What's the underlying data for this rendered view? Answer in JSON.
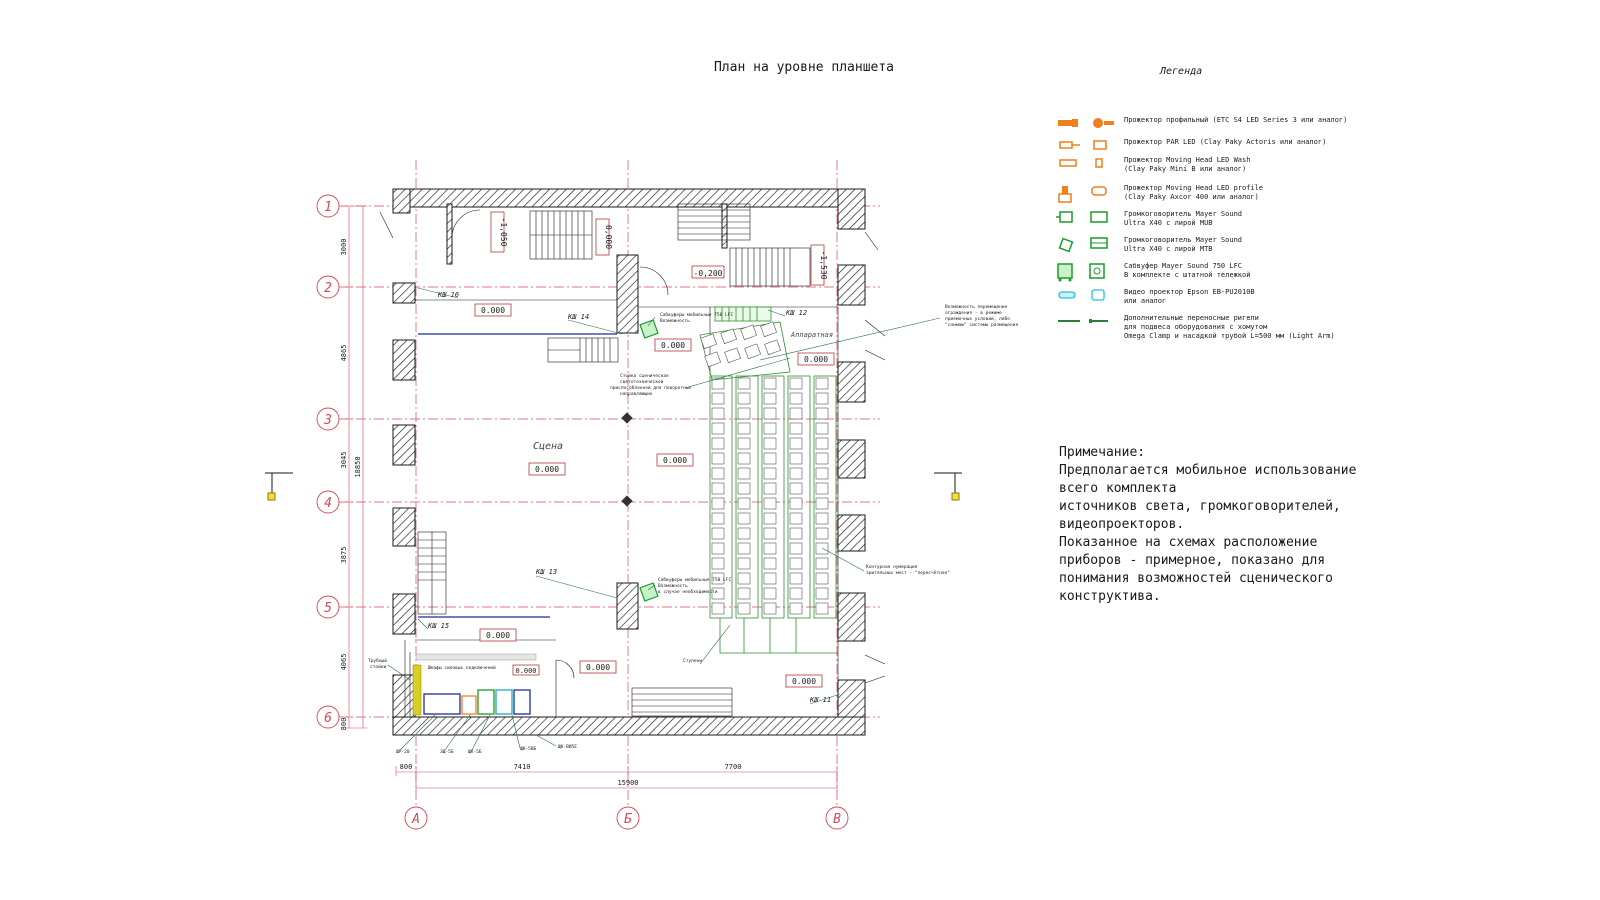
{
  "title": "План на уровне планшета",
  "legend": {
    "title": "Легенда",
    "items": [
      {
        "icon": "profile-spot-icon",
        "color": "#f07f1d",
        "lines": [
          "Прожектор профильный (ETC S4 LED Series 3 или аналог)"
        ]
      },
      {
        "icon": "par-led-icon",
        "color": "#f07f1d",
        "lines": [
          "Прожектор PAR LED (Clay Paky Actoris или аналог)"
        ]
      },
      {
        "icon": "moving-head-wash-icon",
        "color": "#f07f1d",
        "lines": [
          "Прожектор Moving Head LED Wash",
          "(Clay Paky Mini B или аналог)"
        ]
      },
      {
        "icon": "moving-head-profile-icon",
        "color": "#f07f1d",
        "lines": [
          "Прожектор Moving Head LED profile",
          "(Clay Paky Axcor 400 или аналог)"
        ]
      },
      {
        "icon": "loudspeaker-mub-icon",
        "color": "#1a9c2a",
        "lines": [
          "Громкоговоритель Mayer Sound",
          "Ultra X40 с лирой MUB"
        ]
      },
      {
        "icon": "loudspeaker-mtb-icon",
        "color": "#1a9c2a",
        "lines": [
          "Громкоговоритель Mayer Sound",
          "Ultra X40 с лирой MTB"
        ]
      },
      {
        "icon": "subwoofer-icon",
        "color": "#1a9c2a",
        "lines": [
          "Сабвуфер Mayer Sound 750 LFC",
          "В комплекте с штатной тележкой"
        ]
      },
      {
        "icon": "video-projector-icon",
        "color": "#21c4dc",
        "lines": [
          "Видео проектор Epson EB-PU2010B",
          "или аналог"
        ]
      },
      {
        "icon": "light-arm-icon",
        "color": "#2f7d3a",
        "lines": [
          "Дополнительные переносные ригели",
          "для подвеса оборудования с хомутом",
          "Omega Clamp и насадкой трубой L=500 мм (Light Arm)"
        ]
      }
    ]
  },
  "note": {
    "title": "Примечание:",
    "lines": [
      "Предполагается мобильное использование",
      "всего комплекта",
      "источников света, громкоговорителей,",
      "видеопроекторов.",
      "Показанное на схемах расположение",
      "приборов - примерное, показано для",
      "понимания возможностей сценического",
      "конструктива."
    ]
  },
  "axes": {
    "rows": [
      "1",
      "2",
      "3",
      "4",
      "5",
      "6"
    ],
    "cols": [
      "А",
      "Б",
      "В"
    ]
  },
  "dimensions": {
    "left_segments": [
      "3000",
      "4865",
      "3045",
      "3875",
      "4065",
      "800"
    ],
    "left_total": "18850",
    "bottom_segments": [
      "800",
      "7410",
      "7700"
    ],
    "bottom_total": "15900"
  },
  "levels": {
    "stair_left": "-1,050",
    "stair_mid": "0,000",
    "top_mid": "-0,200",
    "stair_right": "-1,530",
    "main_top": "0.000",
    "apparatus": "0.000",
    "booth": "0.000",
    "stage": "0.000",
    "hall": "0.000",
    "bottom_left": "0.000",
    "bottom_small": "0.000",
    "bottom_mid": "0.000",
    "bottom_right": "0.000"
  },
  "labels": {
    "stage": "Сцена",
    "apparatus": "Аппаратная",
    "ksh16": "КШ 16",
    "ksh14": "КШ 14",
    "ksh12": "КШ 12",
    "ksh13": "КШ 13",
    "ksh15": "КШ 15",
    "ksh11": "КШ 11"
  },
  "callouts": {
    "subwoofer_top": "Сабвуферы мобильные 750 LFC",
    "subwoofer_top2": "Возможность",
    "subwoofer_bottom": "Сабвуферы мобильные 750 LFC",
    "subwoofer_bottom2": "Возможность",
    "subwoofer_bottom3": "в случае необходимости",
    "column_note1": "Стойка сценическая",
    "column_note2": "светотехнической",
    "column_note3": "приспособленной для поворотных",
    "column_note4": "направляющих",
    "right_note1": "Возможность перемещения",
    "right_note2": "ограждения - в режиме",
    "right_note3": "приемочных условий, либо",
    "right_note4": "\"снимаю\" системы размещения",
    "seats_note1": "Контурная нумерация",
    "seats_note2": "зрительных мест - \"пересчётная\"",
    "stairs_note": "Ступени",
    "left_note1": "Трубный",
    "left_note2": "стойки",
    "rack_note": "Шкафы силовых подключений",
    "b1": "ШР-20",
    "b2": "ЗЩ-5Б",
    "b3": "ЩК-5Б",
    "b4": "ЩК-5ВБ",
    "b5": "ЩК-ВИ5Е"
  }
}
